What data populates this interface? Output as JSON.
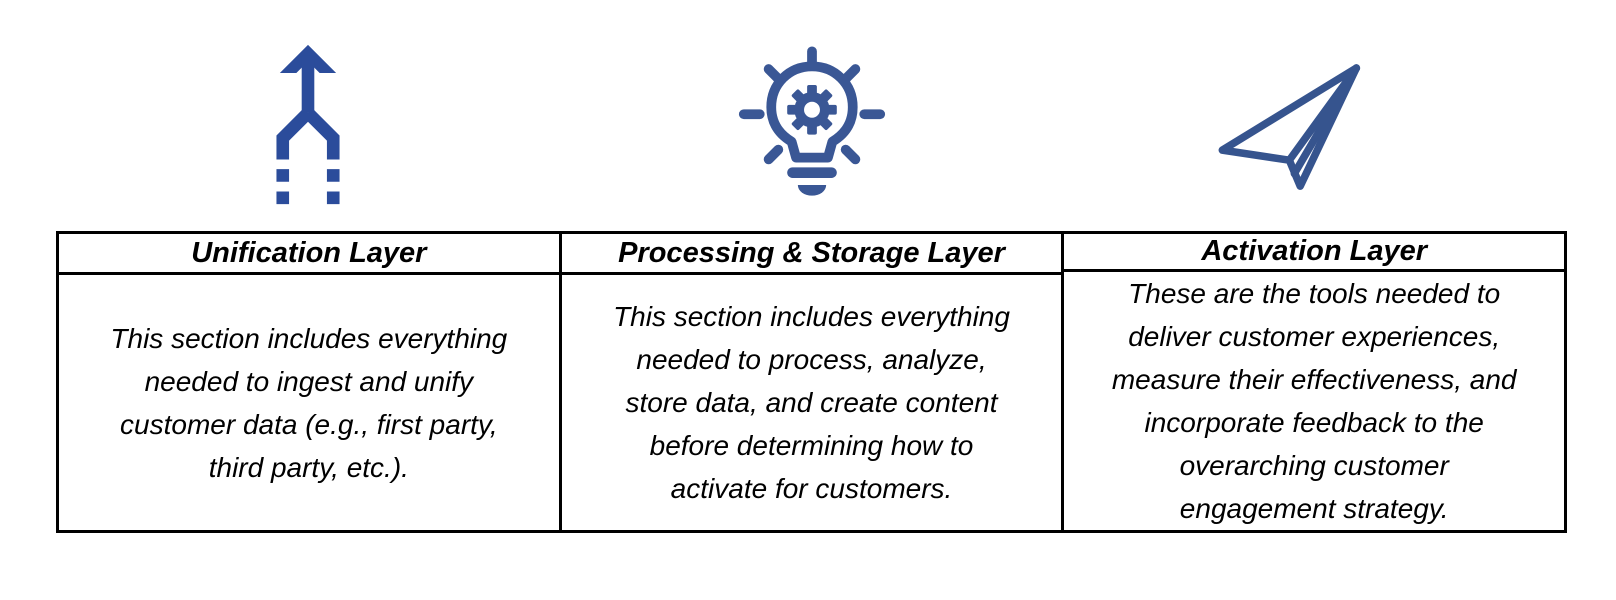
{
  "page": {
    "background": "#ffffff",
    "table_border_color": "#000000"
  },
  "columns": [
    {
      "id": "unification",
      "icon": "merge-arrow-icon",
      "icon_color": "#2B4C9B",
      "header": "Unification Layer",
      "body": "This section includes everything\nneeded to ingest and unify\ncustomer data (e.g., first party,\nthird party, etc.)."
    },
    {
      "id": "processing-storage",
      "icon": "lightbulb-gear-icon",
      "icon_color": "#3A5795",
      "header": "Processing & Storage Layer",
      "body": "This section includes everything\nneeded to process, analyze,\nstore data, and create content\nbefore determining how to\nactivate for customers."
    },
    {
      "id": "activation",
      "icon": "paper-plane-icon",
      "icon_color": "#36548E",
      "header": "Activation Layer",
      "body": "These are the tools needed to\ndeliver customer experiences,\nmeasure their effectiveness, and\nincorporate feedback to the\noverarching customer\nengagement strategy."
    }
  ]
}
